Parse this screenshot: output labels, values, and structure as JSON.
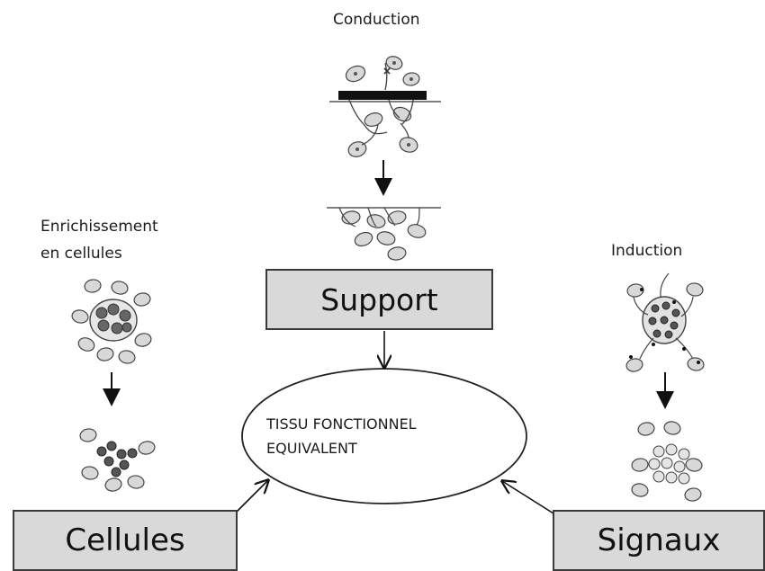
{
  "top": {
    "title": "Conduction"
  },
  "left": {
    "line1": "Enrichissement",
    "line2": "en cellules"
  },
  "right": {
    "title": "Induction"
  },
  "boxes": {
    "support": "Support",
    "cellules": "Cellules",
    "signaux": "Signaux"
  },
  "center": {
    "line1": "TISSU FONCTIONNEL",
    "line2": "EQUIVALENT"
  },
  "colors": {
    "box_fill": "#d9d9d9",
    "box_border": "#3a3a3a",
    "line": "#111111",
    "cell_fill": "#d8d8d8",
    "cell_stroke": "#444444"
  }
}
